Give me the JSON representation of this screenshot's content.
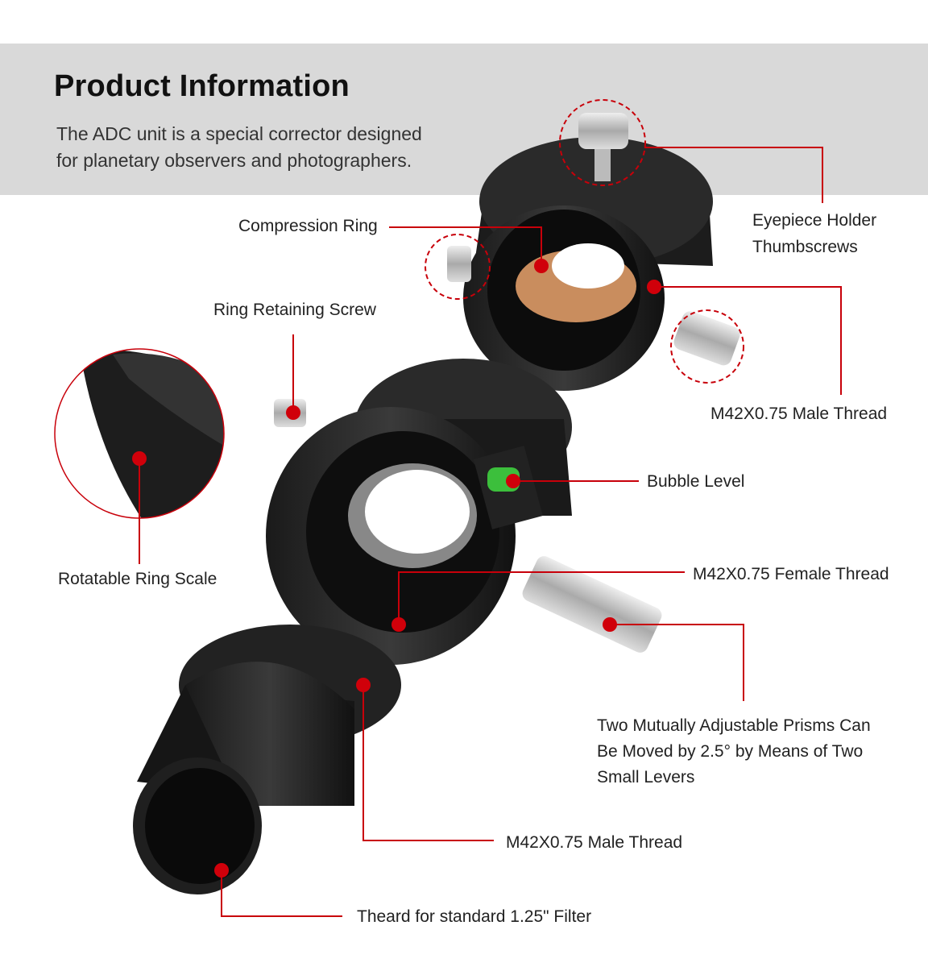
{
  "header": {
    "title": "Product Information",
    "subtitle_line1": "The ADC unit is a special corrector designed",
    "subtitle_line2": "for planetary observers and photographers."
  },
  "labels": {
    "eyepiece_holder_1": "Eyepiece Holder",
    "eyepiece_holder_2": "Thumbscrews",
    "compression_ring": "Compression Ring",
    "male_thread_top": "M42X0.75 Male Thread",
    "ring_retaining_screw": "Ring Retaining Screw",
    "rotatable_ring_scale": "Rotatable Ring Scale",
    "bubble_level": "Bubble Level",
    "female_thread": "M42X0.75 Female Thread",
    "prisms_1": "Two Mutually Adjustable Prisms Can",
    "prisms_2": "Be Moved by 2.5° by Means of Two",
    "prisms_3": "Small Levers",
    "male_thread_bottom": "M42X0.75 Male Thread",
    "filter_thread": "Theard for standard 1.25\" Filter"
  },
  "colors": {
    "accent": "#c8000a",
    "band": "#d9d9d9"
  }
}
